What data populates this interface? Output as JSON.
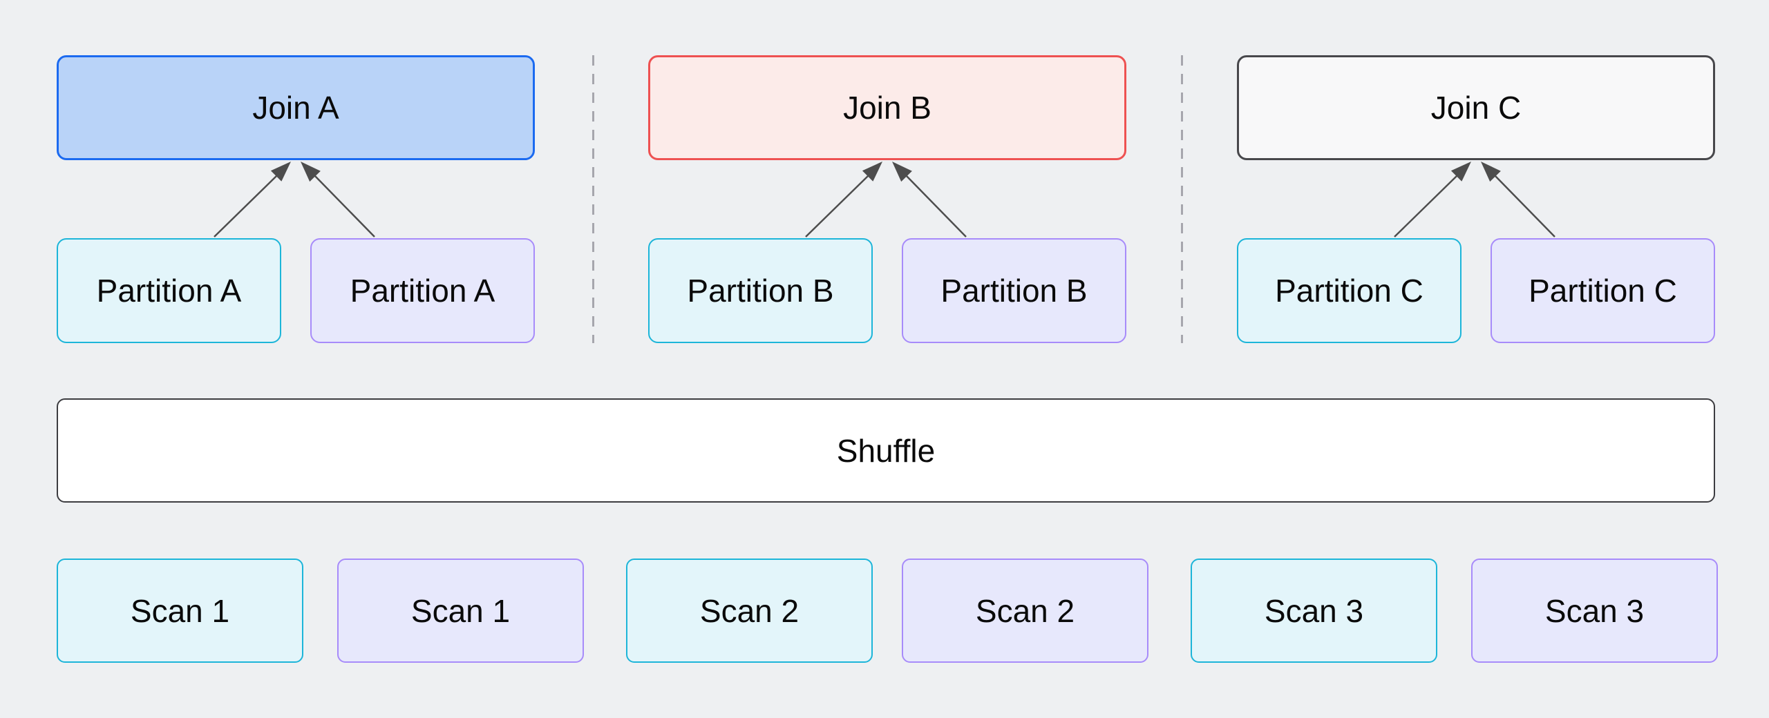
{
  "canvas": {
    "background": "#eef0f2",
    "text_color": "#0a0a0a"
  },
  "colors": {
    "arrow": "#4d4d4d",
    "divider": "#a6a6ad"
  },
  "sections": [
    {
      "join": {
        "label": "Join A",
        "fill": "#b9d3f8",
        "border": "#1b6af0"
      },
      "partitions": [
        {
          "label": "Partition A",
          "fill": "#e3f5fa",
          "border": "#1cb5d9"
        },
        {
          "label": "Partition A",
          "fill": "#e7e8fc",
          "border": "#a78bfa"
        }
      ]
    },
    {
      "join": {
        "label": "Join B",
        "fill": "#fcebe9",
        "border": "#ee5151"
      },
      "partitions": [
        {
          "label": "Partition B",
          "fill": "#e3f5fa",
          "border": "#1cb5d9"
        },
        {
          "label": "Partition B",
          "fill": "#e7e8fc",
          "border": "#a78bfa"
        }
      ]
    },
    {
      "join": {
        "label": "Join C",
        "fill": "#f8f8f9",
        "border": "#47474b"
      },
      "partitions": [
        {
          "label": "Partition C",
          "fill": "#e3f5fa",
          "border": "#1cb5d9"
        },
        {
          "label": "Partition C",
          "fill": "#e7e8fc",
          "border": "#a78bfa"
        }
      ]
    }
  ],
  "shuffle": {
    "label": "Shuffle",
    "fill": "#ffffff",
    "border": "#3c3c40"
  },
  "scans": [
    {
      "label": "Scan 1",
      "fill": "#e3f5fa",
      "border": "#1cb5d9"
    },
    {
      "label": "Scan 1",
      "fill": "#e7e8fc",
      "border": "#a78bfa"
    },
    {
      "label": "Scan 2",
      "fill": "#e3f5fa",
      "border": "#1cb5d9"
    },
    {
      "label": "Scan 2",
      "fill": "#e7e8fc",
      "border": "#a78bfa"
    },
    {
      "label": "Scan 3",
      "fill": "#e3f5fa",
      "border": "#1cb5d9"
    },
    {
      "label": "Scan 3",
      "fill": "#e7e8fc",
      "border": "#a78bfa"
    }
  ]
}
